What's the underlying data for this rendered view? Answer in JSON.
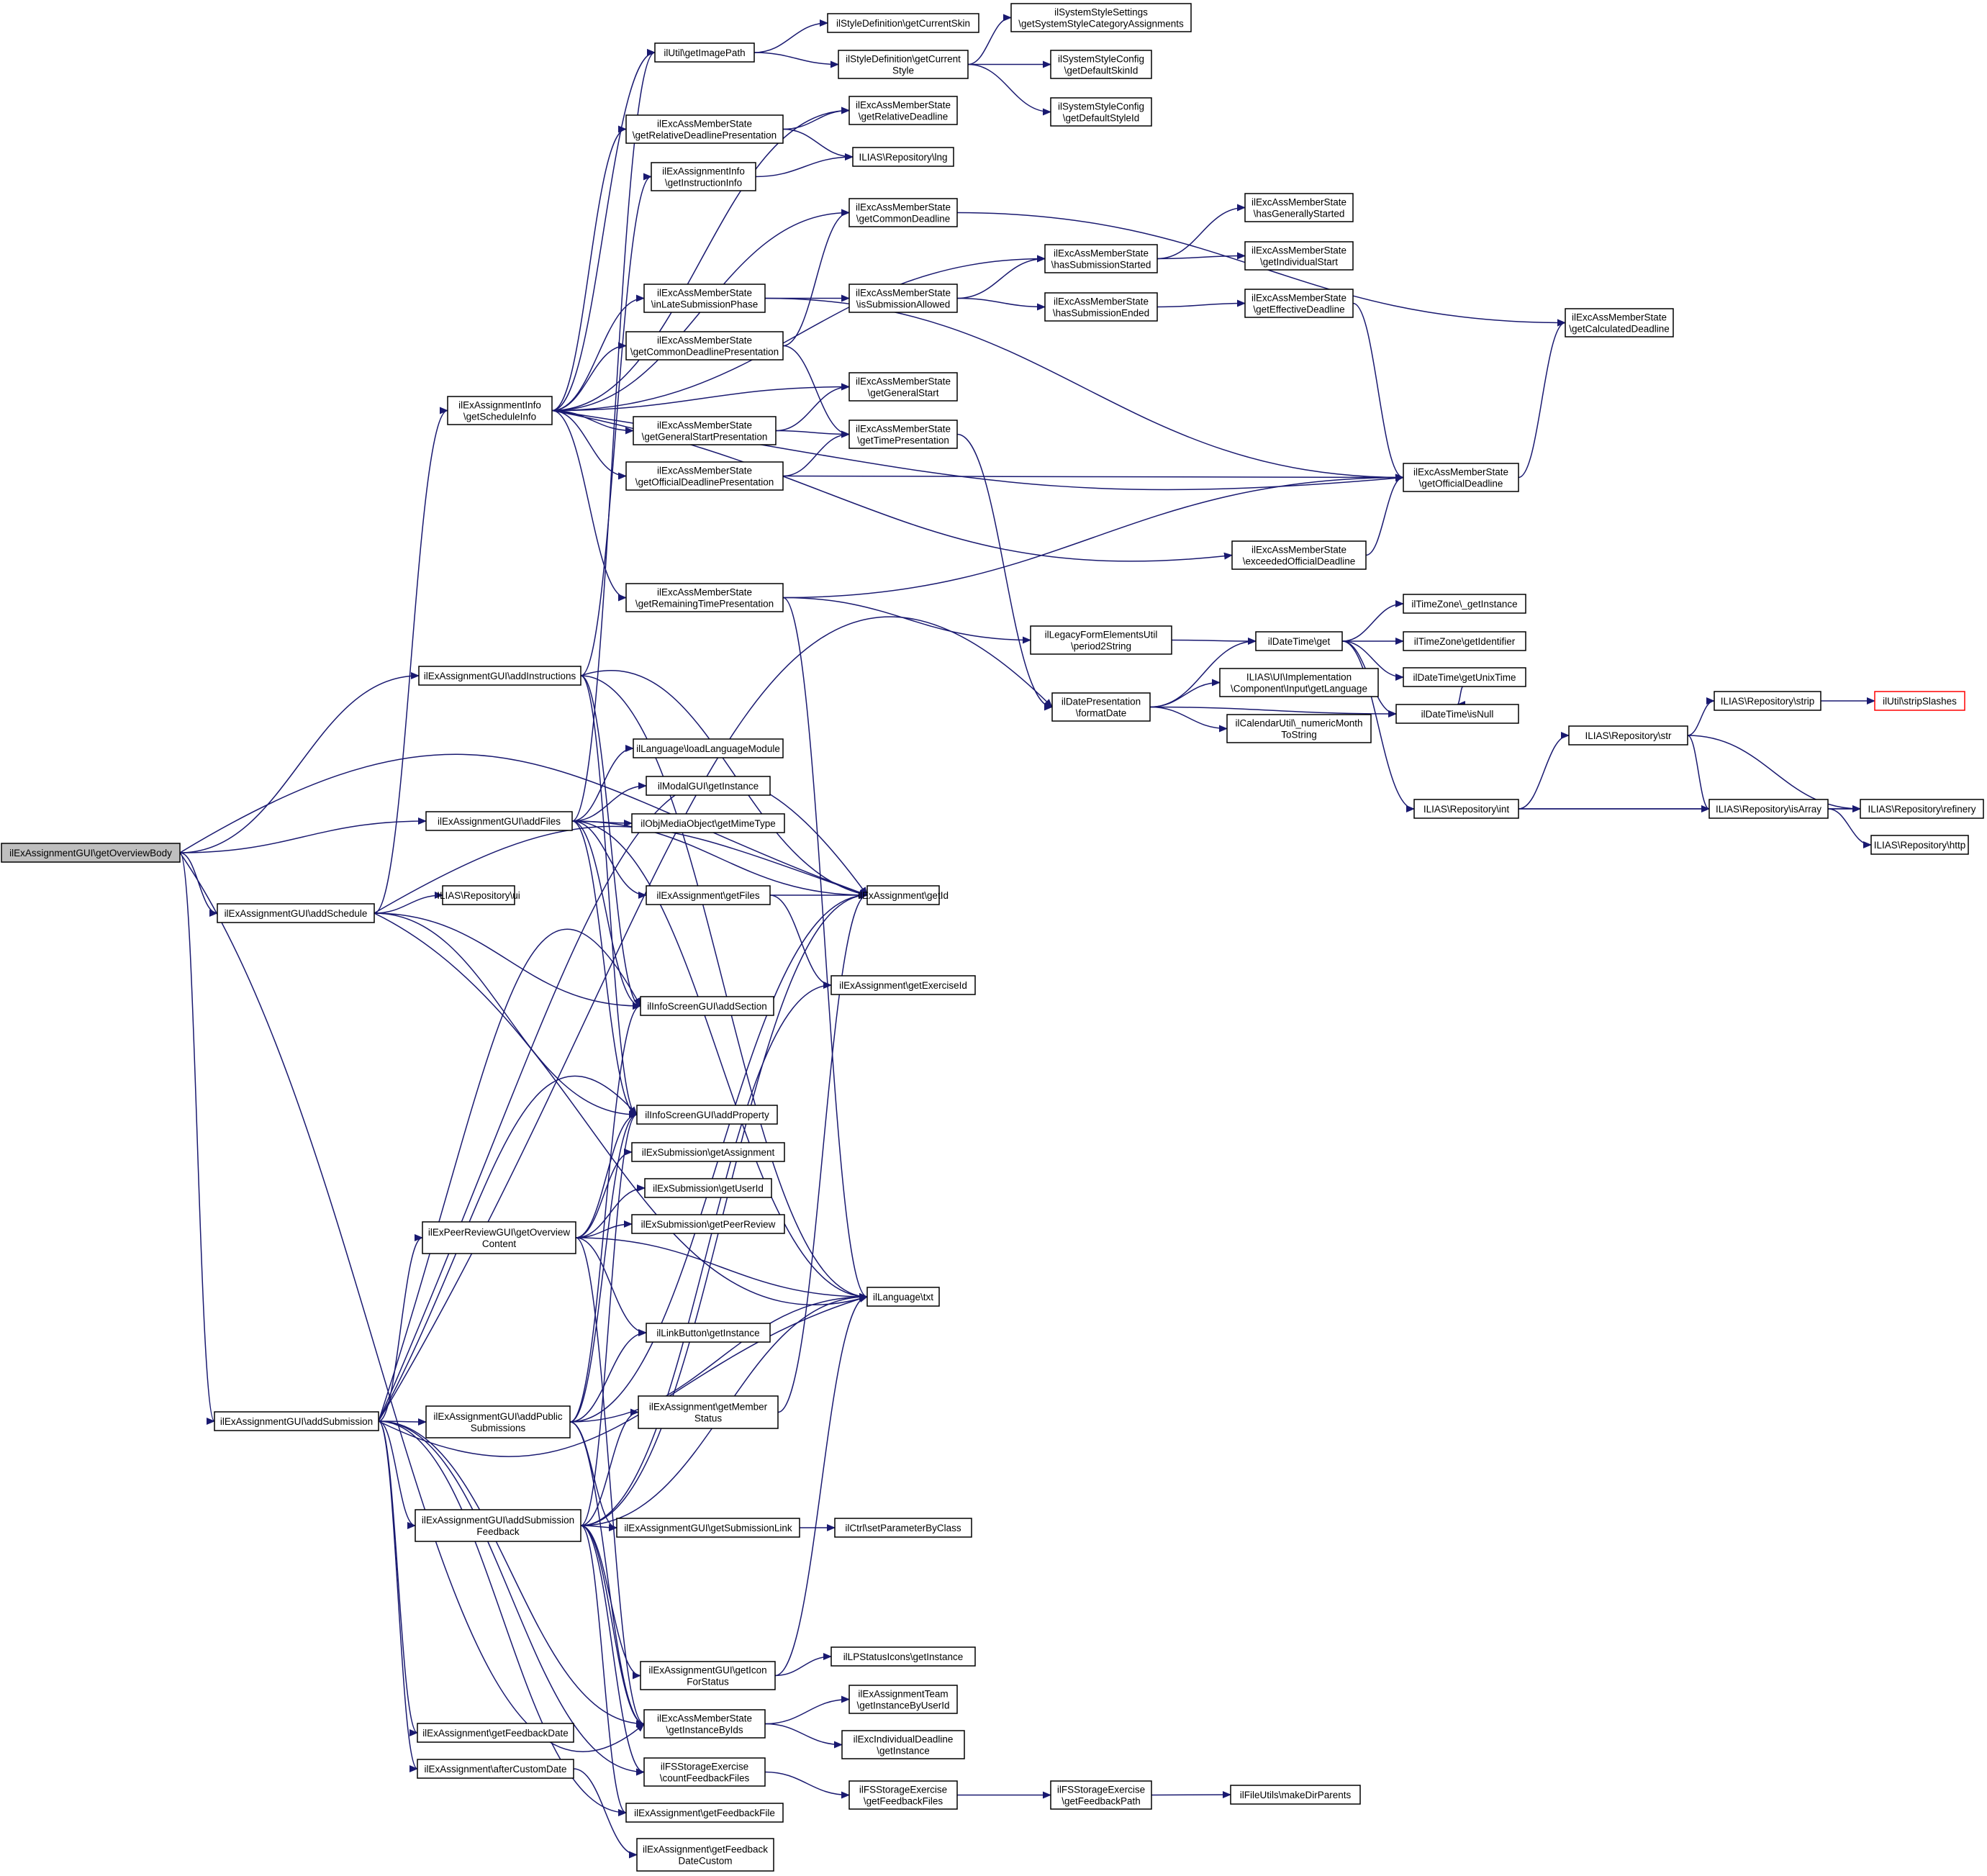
{
  "colors": {
    "edge": "#191970",
    "border": "#000000",
    "root_fill": "#bfbfbf",
    "truncated_border": "#ff0000"
  },
  "nodes": [
    {
      "id": "n0",
      "lines": [
        "ilExAssignmentGUI\\getOverviewBody"
      ],
      "root": true
    },
    {
      "id": "n1",
      "lines": [
        "ilExAssignmentGUI\\addSchedule"
      ]
    },
    {
      "id": "n2",
      "lines": [
        "ilExAssignmentGUI\\addInstructions"
      ]
    },
    {
      "id": "n3",
      "lines": [
        "ilExAssignmentGUI\\addFiles"
      ]
    },
    {
      "id": "n4",
      "lines": [
        "ilExAssignmentGUI\\addSubmission"
      ]
    },
    {
      "id": "n5",
      "lines": [
        "ilExAssignmentInfo",
        "\\getScheduleInfo"
      ]
    },
    {
      "id": "n6",
      "lines": [
        "ILIAS\\Repository\\ui"
      ]
    },
    {
      "id": "n7",
      "lines": [
        "ilExPeerReviewGUI\\getOverview",
        "Content"
      ]
    },
    {
      "id": "n8",
      "lines": [
        "ilExAssignmentGUI\\addPublic",
        "Submissions"
      ]
    },
    {
      "id": "n9",
      "lines": [
        "ilExAssignmentGUI\\addSubmission",
        "Feedback"
      ]
    },
    {
      "id": "n10",
      "lines": [
        "ilExAssignment\\getFeedbackDate"
      ]
    },
    {
      "id": "n11",
      "lines": [
        "ilExAssignment\\afterCustomDate"
      ]
    },
    {
      "id": "n12",
      "lines": [
        "ilUtil\\getImagePath"
      ]
    },
    {
      "id": "n13",
      "lines": [
        "ilExcAssMemberState",
        "\\getRelativeDeadlinePresentation"
      ]
    },
    {
      "id": "n14",
      "lines": [
        "ilExAssignmentInfo",
        "\\getInstructionInfo"
      ]
    },
    {
      "id": "n15",
      "lines": [
        "ilExcAssMemberState",
        "\\inLateSubmissionPhase"
      ]
    },
    {
      "id": "n16",
      "lines": [
        "ilExcAssMemberState",
        "\\getCommonDeadlinePresentation"
      ]
    },
    {
      "id": "n17",
      "lines": [
        "ilExcAssMemberState",
        "\\getGeneralStartPresentation"
      ]
    },
    {
      "id": "n18",
      "lines": [
        "ilExcAssMemberState",
        "\\getOfficialDeadlinePresentation"
      ]
    },
    {
      "id": "n19",
      "lines": [
        "ilExcAssMemberState",
        "\\getRemainingTimePresentation"
      ]
    },
    {
      "id": "n20",
      "lines": [
        "ilLanguage\\loadLanguageModule"
      ]
    },
    {
      "id": "n21",
      "lines": [
        "ilModalGUI\\getInstance"
      ]
    },
    {
      "id": "n22",
      "lines": [
        "ilObjMediaObject\\getMimeType"
      ]
    },
    {
      "id": "n23",
      "lines": [
        "ilExAssignment\\getFiles"
      ]
    },
    {
      "id": "n24",
      "lines": [
        "ilInfoScreenGUI\\addSection"
      ]
    },
    {
      "id": "n25",
      "lines": [
        "ilInfoScreenGUI\\addProperty"
      ]
    },
    {
      "id": "n26",
      "lines": [
        "ilExSubmission\\getAssignment"
      ]
    },
    {
      "id": "n27",
      "lines": [
        "ilExSubmission\\getUserId"
      ]
    },
    {
      "id": "n28",
      "lines": [
        "ilExSubmission\\getPeerReview"
      ]
    },
    {
      "id": "n29",
      "lines": [
        "ilLinkButton\\getInstance"
      ]
    },
    {
      "id": "n30",
      "lines": [
        "ilExAssignment\\getMember",
        "Status"
      ]
    },
    {
      "id": "n31",
      "lines": [
        "ilExAssignmentGUI\\getSubmissionLink"
      ]
    },
    {
      "id": "n32",
      "lines": [
        "ilExAssignmentGUI\\getIcon",
        "ForStatus"
      ]
    },
    {
      "id": "n33",
      "lines": [
        "ilExcAssMemberState",
        "\\getInstanceByIds"
      ]
    },
    {
      "id": "n34",
      "lines": [
        "ilFSStorageExercise",
        "\\countFeedbackFiles"
      ]
    },
    {
      "id": "n35",
      "lines": [
        "ilExAssignment\\getFeedbackFile"
      ]
    },
    {
      "id": "n36",
      "lines": [
        "ilExAssignment\\getFeedback",
        "DateCustom"
      ]
    },
    {
      "id": "n37",
      "lines": [
        "ilStyleDefinition\\getCurrentSkin"
      ]
    },
    {
      "id": "n38",
      "lines": [
        "ilStyleDefinition\\getCurrent",
        "Style"
      ]
    },
    {
      "id": "n39",
      "lines": [
        "ilExcAssMemberState",
        "\\getRelativeDeadline"
      ]
    },
    {
      "id": "n40",
      "lines": [
        "ILIAS\\Repository\\lng"
      ]
    },
    {
      "id": "n41",
      "lines": [
        "ilExcAssMemberState",
        "\\getCommonDeadline"
      ]
    },
    {
      "id": "n42",
      "lines": [
        "ilExcAssMemberState",
        "\\isSubmissionAllowed"
      ]
    },
    {
      "id": "n43",
      "lines": [
        "ilExcAssMemberState",
        "\\getGeneralStart"
      ]
    },
    {
      "id": "n44",
      "lines": [
        "ilExcAssMemberState",
        "\\getTimePresentation"
      ]
    },
    {
      "id": "n45",
      "lines": [
        "ilExAssignment\\getId"
      ]
    },
    {
      "id": "n46",
      "lines": [
        "ilExAssignment\\getExerciseId"
      ]
    },
    {
      "id": "n47",
      "lines": [
        "ilLanguage\\txt"
      ]
    },
    {
      "id": "n48",
      "lines": [
        "ilCtrl\\setParameterByClass"
      ]
    },
    {
      "id": "n49",
      "lines": [
        "ilLPStatusIcons\\getInstance"
      ]
    },
    {
      "id": "n50",
      "lines": [
        "ilExAssignmentTeam",
        "\\getInstanceByUserId"
      ]
    },
    {
      "id": "n51",
      "lines": [
        "ilExcIndividualDeadline",
        "\\getInstance"
      ]
    },
    {
      "id": "n52",
      "lines": [
        "ilFSStorageExercise",
        "\\getFeedbackFiles"
      ]
    },
    {
      "id": "n53",
      "lines": [
        "ilSystemStyleSettings",
        "\\getSystemStyleCategoryAssignments"
      ]
    },
    {
      "id": "n54",
      "lines": [
        "ilSystemStyleConfig",
        "\\getDefaultSkinId"
      ]
    },
    {
      "id": "n55",
      "lines": [
        "ilSystemStyleConfig",
        "\\getDefaultStyleId"
      ]
    },
    {
      "id": "n56",
      "lines": [
        "ilExcAssMemberState",
        "\\hasSubmissionStarted"
      ]
    },
    {
      "id": "n57",
      "lines": [
        "ilExcAssMemberState",
        "\\hasSubmissionEnded"
      ]
    },
    {
      "id": "n58",
      "lines": [
        "ilLegacyFormElementsUtil",
        "\\period2String"
      ]
    },
    {
      "id": "n59",
      "lines": [
        "ilDatePresentation",
        "\\formatDate"
      ]
    },
    {
      "id": "n60",
      "lines": [
        "ilFSStorageExercise",
        "\\getFeedbackPath"
      ]
    },
    {
      "id": "n61",
      "lines": [
        "ilExcAssMemberState",
        "\\hasGenerallyStarted"
      ]
    },
    {
      "id": "n62",
      "lines": [
        "ilExcAssMemberState",
        "\\getIndividualStart"
      ]
    },
    {
      "id": "n63",
      "lines": [
        "ilExcAssMemberState",
        "\\getEffectiveDeadline"
      ]
    },
    {
      "id": "n64",
      "lines": [
        "ilExcAssMemberState",
        "\\exceededOfficialDeadline"
      ]
    },
    {
      "id": "n65",
      "lines": [
        "ilDateTime\\get"
      ]
    },
    {
      "id": "n66",
      "lines": [
        "ILIAS\\UI\\Implementation",
        "\\Component\\Input\\getLanguage"
      ]
    },
    {
      "id": "n67",
      "lines": [
        "ilCalendarUtil\\_numericMonth",
        "ToString"
      ]
    },
    {
      "id": "n68",
      "lines": [
        "ilFileUtils\\makeDirParents"
      ]
    },
    {
      "id": "n69",
      "lines": [
        "ilExcAssMemberState",
        "\\getCalculatedDeadline"
      ]
    },
    {
      "id": "n70",
      "lines": [
        "ilExcAssMemberState",
        "\\getOfficialDeadline"
      ]
    },
    {
      "id": "n71",
      "lines": [
        "ilTimeZone\\_getInstance"
      ]
    },
    {
      "id": "n72",
      "lines": [
        "ilTimeZone\\getIdentifier"
      ]
    },
    {
      "id": "n73",
      "lines": [
        "ilDateTime\\getUnixTime"
      ]
    },
    {
      "id": "n74",
      "lines": [
        "ilDateTime\\isNull"
      ]
    },
    {
      "id": "n75",
      "lines": [
        "ILIAS\\Repository\\int"
      ]
    },
    {
      "id": "n76",
      "lines": [
        "ILIAS\\Repository\\str"
      ]
    },
    {
      "id": "n77",
      "lines": [
        "ILIAS\\Repository\\isArray"
      ]
    },
    {
      "id": "n78",
      "lines": [
        "ILIAS\\Repository\\strip"
      ]
    },
    {
      "id": "n79",
      "lines": [
        "ILIAS\\Repository\\refinery"
      ]
    },
    {
      "id": "n80",
      "lines": [
        "ILIAS\\Repository\\http"
      ]
    },
    {
      "id": "n81",
      "lines": [
        "ilUtil\\stripSlashes"
      ],
      "truncated": true
    }
  ]
}
